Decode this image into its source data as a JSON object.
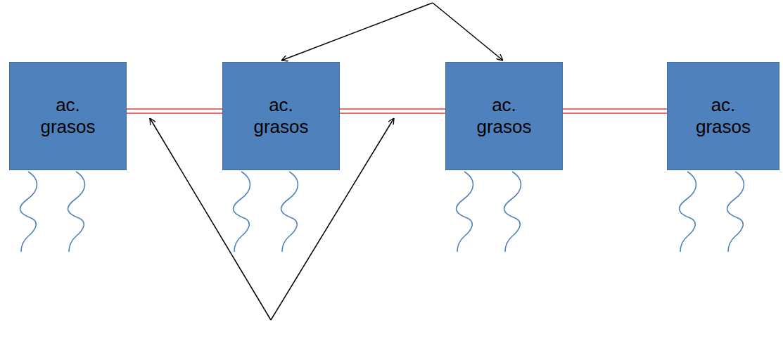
{
  "diagram": {
    "nodes": [
      {
        "text": [
          "ac. grasos"
        ]
      },
      {
        "text": [
          "ac. grasos"
        ]
      },
      {
        "text": [
          "ac. grasos"
        ]
      },
      {
        "text": [
          "ac. grasos"
        ]
      }
    ],
    "edges": [
      {
        "from": 0,
        "to": 1,
        "arrow": "none"
      },
      {
        "from": 1,
        "to": 2,
        "arrow": "none"
      },
      {
        "from": 2,
        "to": 3,
        "arrow": "none"
      }
    ]
  }
}
